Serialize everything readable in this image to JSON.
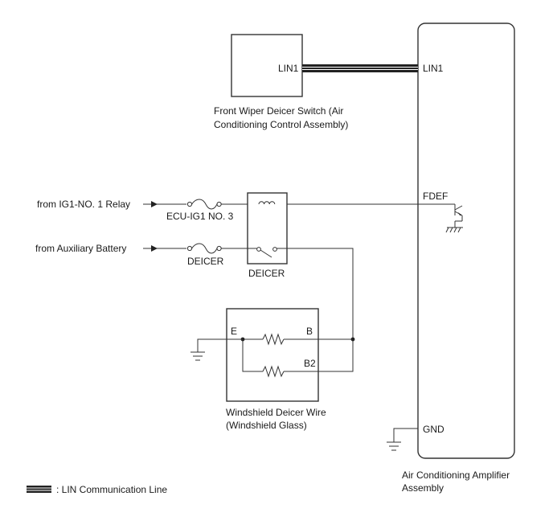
{
  "components": {
    "front_wiper_switch": {
      "pin": "LIN1",
      "name_line1": "Front Wiper Deicer Switch (Air",
      "name_line2": "Conditioning Control Assembly)"
    },
    "amplifier": {
      "pin_lin1": "LIN1",
      "pin_fdef": "FDEF",
      "pin_gnd": "GND",
      "name_line1": "Air Conditioning Amplifier",
      "name_line2": "Assembly"
    },
    "relay": {
      "name": "DEICER"
    },
    "windshield_wire": {
      "pin_e": "E",
      "pin_b": "B",
      "pin_b2": "B2",
      "name_line1": "Windshield Deicer Wire",
      "name_line2": "(Windshield Glass)"
    }
  },
  "sources": {
    "ig1_relay": "from IG1-NO. 1 Relay",
    "aux_battery": "from Auxiliary Battery"
  },
  "fuses": {
    "ecu_ig1": "ECU-IG1 NO. 3",
    "deicer": "DEICER"
  },
  "legend": {
    "lin_line": ": LIN Communication Line"
  },
  "colors": {
    "line": "#333333",
    "text": "#1a1a1a"
  }
}
